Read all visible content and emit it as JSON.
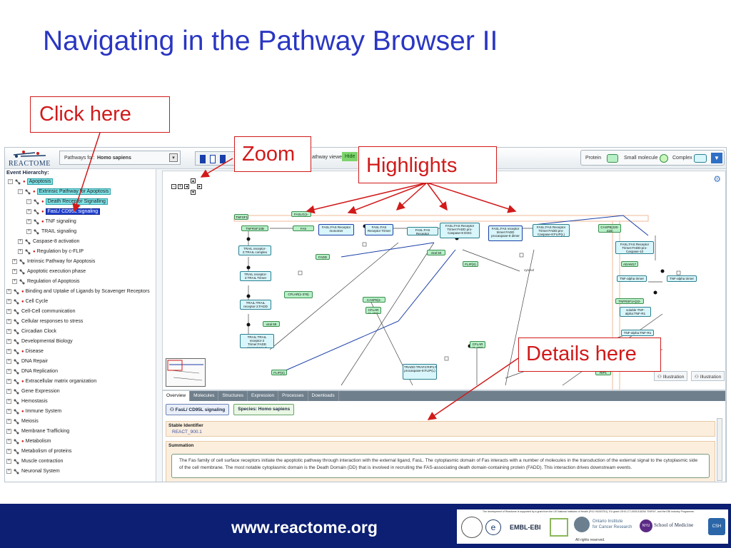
{
  "slide": {
    "title": "Navigating in the Pathway Browser II",
    "callouts": {
      "click": "Click here",
      "zoom": "Zoom",
      "highlights": "Highlights",
      "details": "Details here"
    },
    "footer_url": "www.reactome.org"
  },
  "topbar": {
    "logo": "REACTOME",
    "species_label": "Pathways for:",
    "species_value": "Homo sapiens",
    "pathway_viewer_label": "athway viewer:",
    "pathway_viewer_toggle": "Hide",
    "legend": {
      "protein": "Protein",
      "small_molecule": "Small molecule",
      "complex": "Complex"
    }
  },
  "tree": {
    "header": "Event Hierarchy:",
    "items": [
      {
        "label": "Apoptosis"
      },
      {
        "label": "Extrinsic Pathway for Apoptosis"
      },
      {
        "label": "Death Receptor Signalling"
      },
      {
        "label": "FasL/ CD95L signaling"
      },
      {
        "label": "TNF signaling"
      },
      {
        "label": "TRAIL signaling"
      },
      {
        "label": "Caspase-8 activation"
      },
      {
        "label": "Regulation by c-FLIP"
      },
      {
        "label": "Intrinsic Pathway for Apoptosis"
      },
      {
        "label": "Apoptotic execution phase"
      },
      {
        "label": "Regulation of Apoptosis"
      },
      {
        "label": "Binding and Uptake of Ligands by Scavenger Receptors"
      },
      {
        "label": "Cell Cycle"
      },
      {
        "label": "Cell-Cell communication"
      },
      {
        "label": "Cellular responses to stress"
      },
      {
        "label": "Circadian Clock"
      },
      {
        "label": "Developmental Biology"
      },
      {
        "label": "Disease"
      },
      {
        "label": "DNA Repair"
      },
      {
        "label": "DNA Replication"
      },
      {
        "label": "Extracellular matrix organization"
      },
      {
        "label": "Gene Expression"
      },
      {
        "label": "Hemostasis"
      },
      {
        "label": "Immune System"
      },
      {
        "label": "Meiosis"
      },
      {
        "label": "Membrane Trafficking"
      },
      {
        "label": "Metabolism"
      },
      {
        "label": "Metabolism of proteins"
      },
      {
        "label": "Muscle contraction"
      },
      {
        "label": "Neuronal System"
      }
    ]
  },
  "diagram": {
    "nodes": {
      "tnfsf10": "TNFSF10",
      "fasl_top": "FASLG(1-281)",
      "tnfrsf10b": "TNFRSF10B",
      "fas": "FAS",
      "fasl_fas_mono": "FASL:FAS Receptor monomer",
      "fasl_fas_tri": "FASL:FAS Receptor Trimer",
      "fasl_fas_fadd": "FASL:FAS Receptor Trimer:FADD",
      "disc": "FASL:FAS Receptor Trimer:FADD pro-Caspase-8 DISC",
      "procasp8_dimer": "FASL:FAS receptor trimer:FADD procaspase-8 dimer",
      "cflip_cpx": "FASL:FAS Receptor Trimer:FADD:pro-Caspase-8:FLIP(L)",
      "casp8": "CASP8(220-415)",
      "casp10": "FASL:FAS Receptor Trimer:FADD:pro-Caspase-10",
      "trail_r2": "TRAIL receptor-2:TRAIL complex",
      "fadd": "FADD",
      "viral": "viral 50",
      "flips": "FLIP(S)",
      "cytosol": "cytosol",
      "adam17": "ADAM17",
      "tnf_trimer": "TNF-alpha trimer",
      "tnf_trimer2": "TNF-alpha trimer",
      "trail_r2_fadd": "TRAIL receptor-2:TRAIL Trimer",
      "cflar": "CFLAR(1-376)",
      "trail_fadd": "TRAIL:TRAIL receptor-2:FADD",
      "casp8_479": "CASP8(1-479)",
      "cflar_480": "CFLAR (1-480)",
      "soluble_tnf": "soluble TNF-alpha:TNF-R1",
      "tnfsf1a": "TNFRSF1A(22-455)",
      "viral2": "viral 59",
      "trail_proc": "TRAIL:TRAIL receptor-2 Trimer:FADD procaspase-8",
      "tnf_r1": "TNF-alpha:TNF-R1",
      "cflar2": "CFLAR (1-480)",
      "tradd": "TRADD:TRAF2:RIP1:FADD procaspase-8:FLIP(L)",
      "flips2": "FLIP(S)",
      "rip1": "RIP1"
    },
    "illustration_label": "Illustration"
  },
  "details": {
    "tabs": [
      "Overview",
      "Molecules",
      "Structures",
      "Expression",
      "Processes",
      "Downloads"
    ],
    "pathway_chip": "FasL/ CD95L signaling",
    "species_chip": "Species: Homo sapiens",
    "stable_id_label": "Stable Identifier",
    "stable_id_value": "REACT_900.1",
    "summation_label": "Summation",
    "summation_text": "The Fas family of cell surface receptors initiate the apoptotic pathway through interaction with the external ligand, FasL. The cytoplasmic domain of Fas interacts with a number of molecules in the transduction of the external signal to the cytoplasmic side of the cell membrane. The most notable cytoplasmic domain is the Death Domain (DD) that is involved in recruiting the FAS-associating death domain-containing protein (FADD). This interaction drives downstream events."
  },
  "sponsors": {
    "small_text": "The development of Reactome is supported by a grant from the US National Institutes of Health (P41 HG003751), EU grant LSHG-CT-2005-518254 \"ENFIN\", and the EBI Industry Programme.",
    "embl": "EMBL-EBI",
    "oicr_line1": "Ontario Institute",
    "oicr_line2": "for Cancer Research",
    "nyu": "School of Medicine",
    "nyu_badge": "NYU",
    "csh": "CSH",
    "rights": "All rights reserved."
  },
  "colors": {
    "title": "#2a36c2",
    "callout": "#d11a1a",
    "footer": "#0c1f72",
    "selected": "#1f3fcf",
    "highlight": "#7fe3e8"
  }
}
